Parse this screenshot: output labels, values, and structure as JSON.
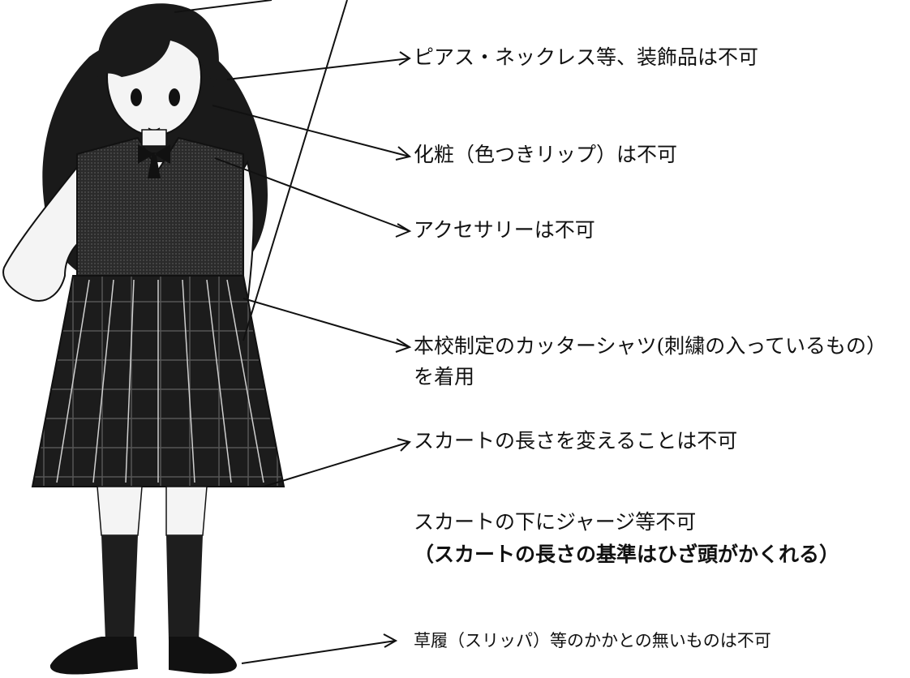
{
  "rules": [
    {
      "id": "piercing",
      "text": "ピアス・ネックレス等、装飾品は不可"
    },
    {
      "id": "makeup",
      "text": "化粧（色つきリップ）は不可"
    },
    {
      "id": "accessory",
      "text": "アクセサリーは不可"
    },
    {
      "id": "shirt",
      "text": "本校制定のカッターシャツ(刺繍の入っているもの）を着用"
    },
    {
      "id": "skirt-length",
      "text": "スカートの長さを変えることは不可"
    },
    {
      "id": "under-skirt",
      "text": "スカートの下にジャージ等不可"
    },
    {
      "id": "skirt-standard",
      "text": "（スカートの長さの基準はひざ頭がかくれる）"
    },
    {
      "id": "footwear",
      "text": "草履（スリッパ）等のかかとの無いものは不可"
    }
  ],
  "colors": {
    "ink": "#111111",
    "hair": "#1a1a1a",
    "vest": "#2a2a2a",
    "skirt": "#1c1c1c",
    "skin": "#f4f4f4",
    "sock": "#1e1e1e"
  }
}
